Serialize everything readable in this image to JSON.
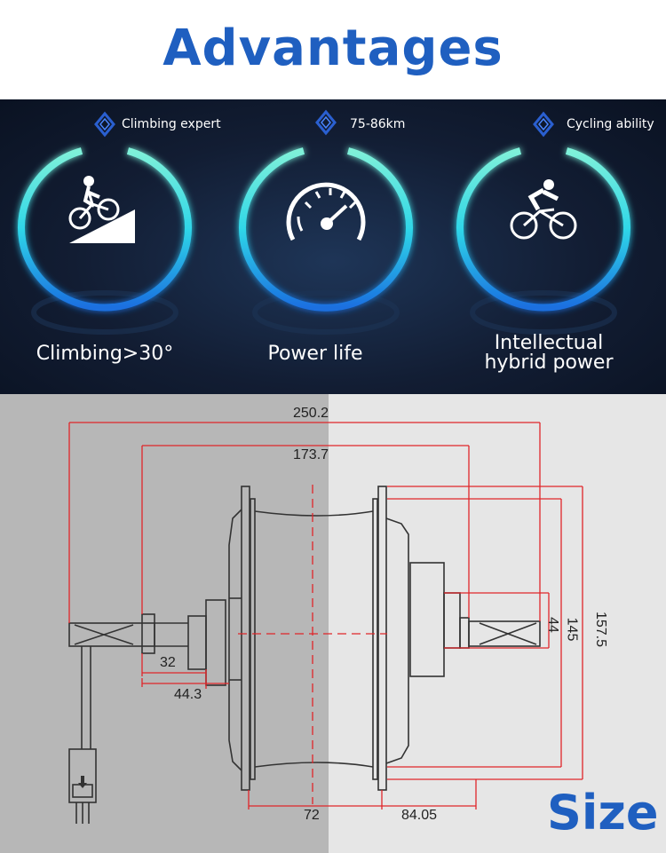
{
  "header": {
    "title": "Advantages"
  },
  "features": [
    {
      "label": "Climbing expert",
      "caption_lines": [
        "Climbing>30°"
      ],
      "icon": "climbing-bike-icon"
    },
    {
      "label": "75-86km",
      "caption_lines": [
        "Power life"
      ],
      "icon": "speedometer-icon"
    },
    {
      "label": "Cycling ability",
      "caption_lines": [
        "Intellectual",
        "hybrid power"
      ],
      "icon": "road-cyclist-icon"
    }
  ],
  "dimensions": {
    "overall_width": "250.2",
    "inner_width": "173.7",
    "shaft_dia": "32",
    "shaft_len": "44.3",
    "center_left": "72",
    "center_right": "84.05",
    "inner_dia": "44",
    "flange_dia": "145",
    "outer_dia": "157.5"
  },
  "size_label": "Size",
  "colors": {
    "accent_blue": "#1f5fc0",
    "ring_cyan": "#2fd6e8",
    "dim_red": "#e0262a"
  }
}
